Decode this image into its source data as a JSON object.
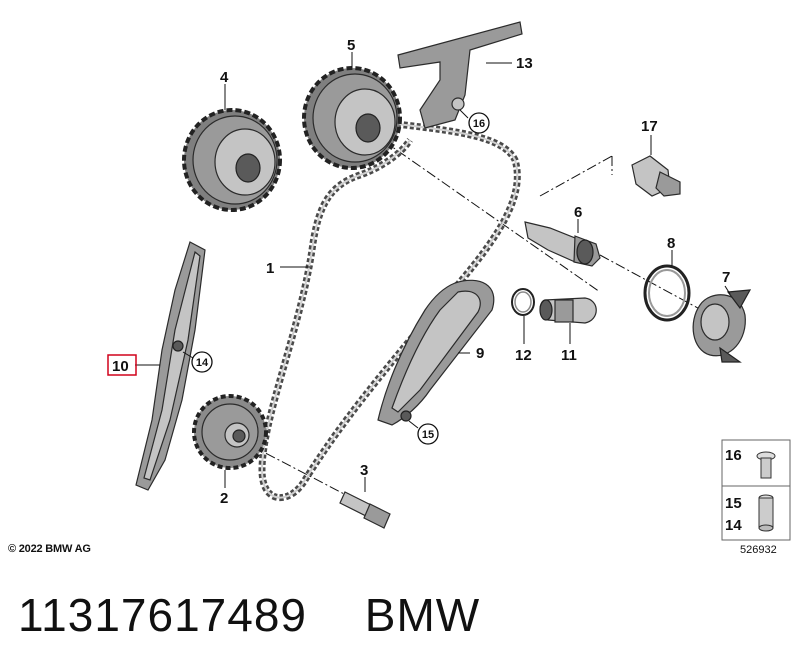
{
  "callouts": {
    "c1": "1",
    "c2": "2",
    "c3": "3",
    "c4": "4",
    "c5": "5",
    "c6": "6",
    "c7": "7",
    "c8": "8",
    "c9": "9",
    "c10": "10",
    "c11": "11",
    "c12": "12",
    "c13": "13",
    "c14": "14",
    "c15": "15",
    "c16": "16",
    "c17": "17"
  },
  "legend": {
    "top": "16",
    "bottom_upper": "15",
    "bottom_lower": "14"
  },
  "highlight_color": "#d0021b",
  "copyright": "© 2022 BMW AG",
  "diagram_number": "526932",
  "footer": {
    "part_number": "11317617489",
    "brand": "BMW"
  }
}
